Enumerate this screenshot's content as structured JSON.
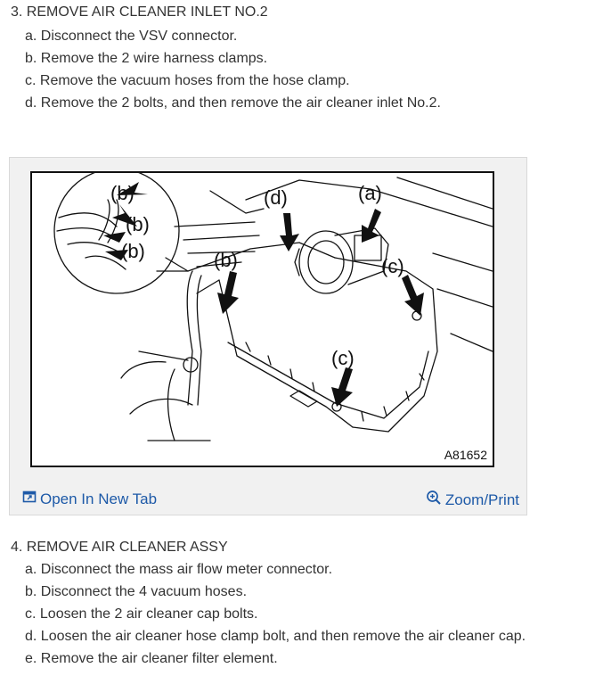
{
  "section1": {
    "title": "3. REMOVE AIR CLEANER INLET NO.2",
    "steps": [
      "a. Disconnect the VSV connector.",
      "b. Remove the 2 wire harness clamps.",
      "c. Remove the vacuum hoses from the hose clamp.",
      "d. Remove the 2 bolts, and then remove the air cleaner inlet No.2."
    ]
  },
  "figure": {
    "code": "A81652",
    "labels": {
      "a": "(a)",
      "b": "(b)",
      "c": "(c)",
      "d": "(d)"
    },
    "open_tab_label": "Open In New Tab",
    "zoom_label": "Zoom/Print",
    "open_tab_icon": "open-new-tab-icon",
    "zoom_icon": "zoom-in-icon",
    "link_color": "#1e5aa8"
  },
  "section2": {
    "title": "4. REMOVE AIR CLEANER ASSY",
    "steps": [
      "a. Disconnect the mass air flow meter connector.",
      "b. Disconnect the 4 vacuum hoses.",
      "c. Loosen the 2 air cleaner cap bolts.",
      "d. Loosen the air cleaner hose clamp bolt, and then remove the air cleaner cap.",
      "e. Remove the air cleaner filter element."
    ]
  }
}
